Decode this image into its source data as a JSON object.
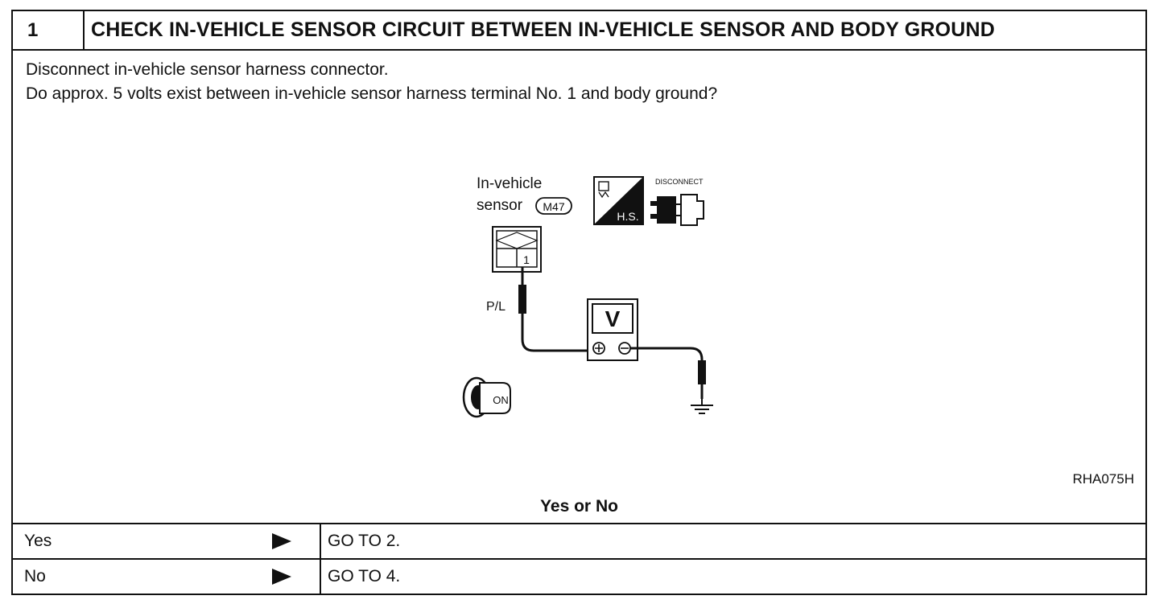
{
  "header": {
    "step_number": "1",
    "title": "CHECK IN-VEHICLE SENSOR CIRCUIT BETWEEN IN-VEHICLE SENSOR AND BODY GROUND"
  },
  "instructions": [
    "Disconnect in-vehicle sensor harness connector.",
    "Do approx. 5 volts exist between in-vehicle sensor harness terminal No. 1 and body ground?"
  ],
  "diagram": {
    "sensor_label_line1": "In-vehicle",
    "sensor_label_line2": "sensor",
    "connector_code": "M47",
    "hs_label": "H.S.",
    "disconnect_label": "DISCONNECT",
    "terminal_number": "1",
    "wire_color": "P/L",
    "meter_letter": "V",
    "ignition_label": "ON",
    "reference_code": "RHA075H"
  },
  "question_label": "Yes or No",
  "results": [
    {
      "answer": "Yes",
      "action": "GO TO 2."
    },
    {
      "answer": "No",
      "action": "GO TO 4."
    }
  ]
}
